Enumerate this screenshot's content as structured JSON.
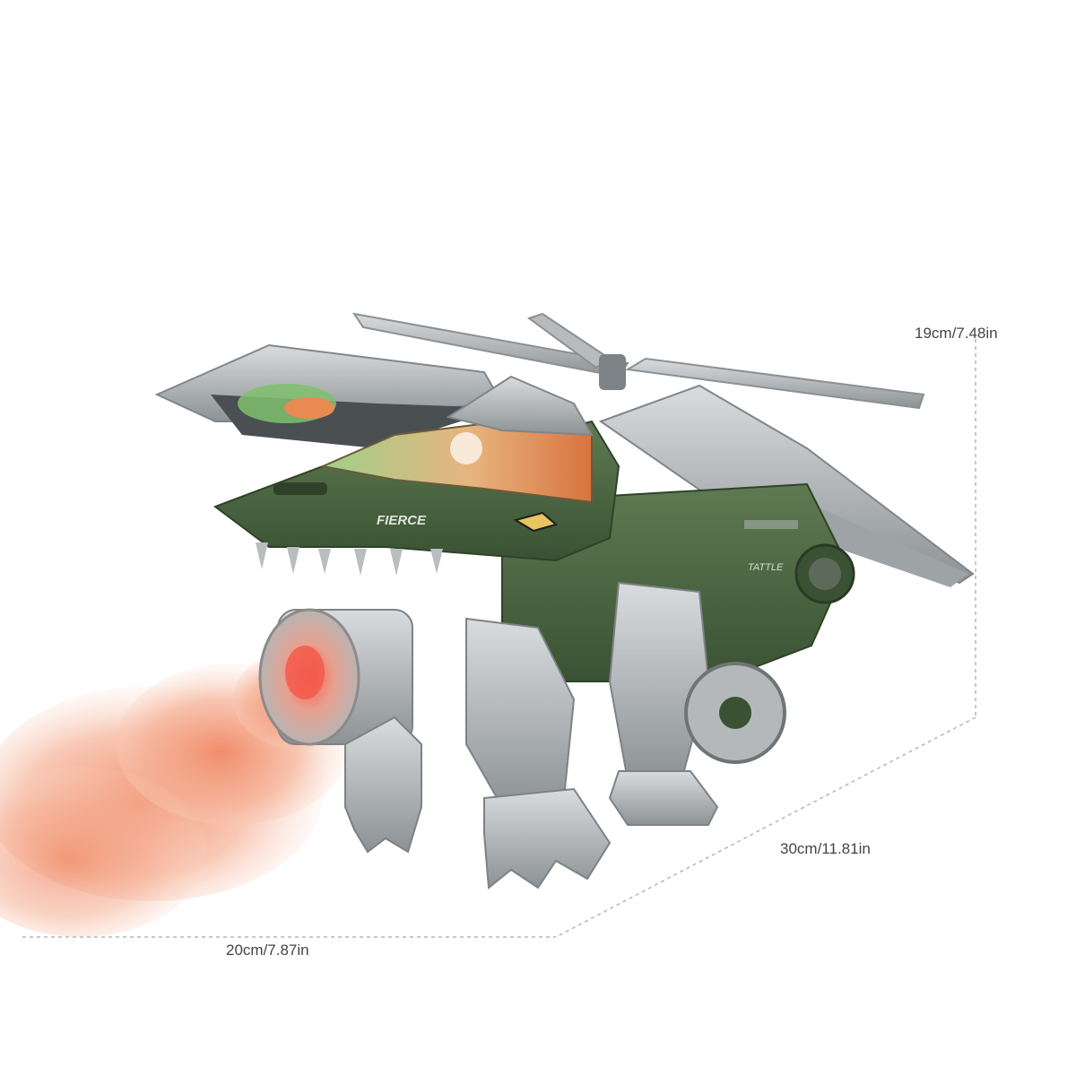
{
  "dimensions": {
    "height": "19cm/7.48in",
    "length": "30cm/11.81in",
    "width": "20cm/7.87in"
  },
  "product": {
    "body_markings": [
      "FIERCE",
      "TATTLE"
    ],
    "colors": {
      "body_green": "#4f6b44",
      "body_green_dark": "#3c5434",
      "metal_silver": "#a9adb0",
      "metal_light": "#c8cbcd",
      "cockpit_glow": "#e07a48",
      "smoke": "#f2a687"
    }
  }
}
